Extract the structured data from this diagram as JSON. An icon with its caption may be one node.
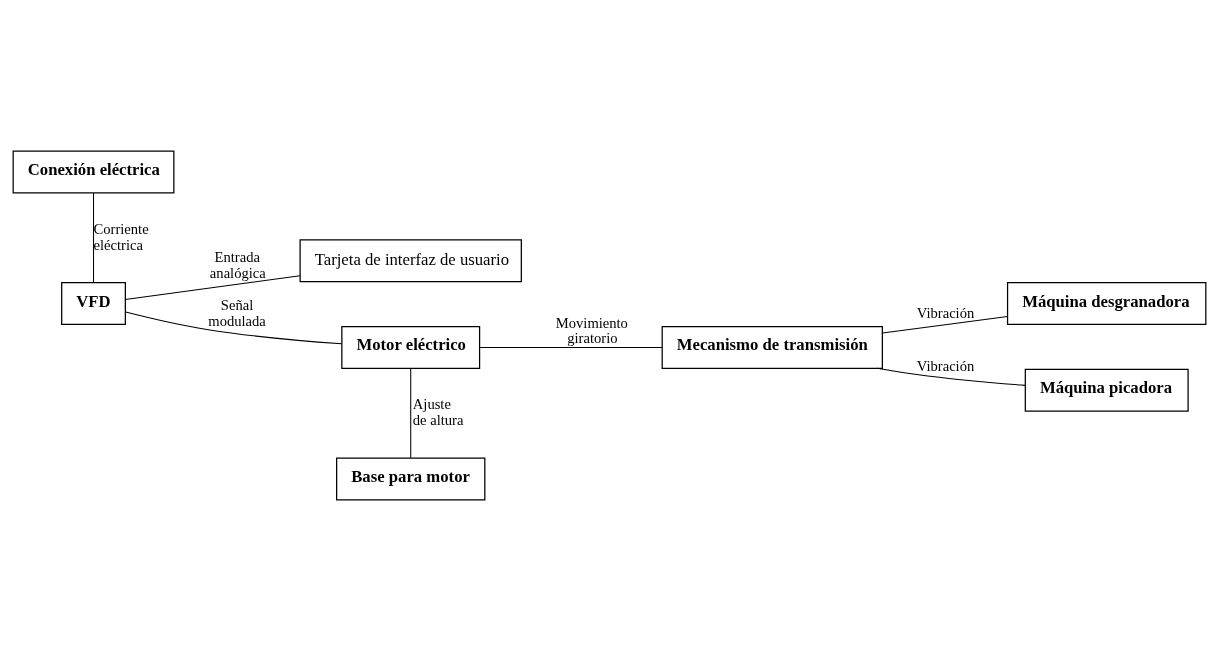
{
  "diagram": {
    "nodes": [
      {
        "text": [
          "Conexión eléctrica"
        ]
      },
      {
        "text": [
          "Tarjeta de interfaz de usuario"
        ]
      },
      {
        "text": [
          "VFD"
        ]
      },
      {
        "text": [
          "Motor eléctrico"
        ]
      },
      {
        "text": [
          "Mecanismo de transmisión"
        ]
      },
      {
        "text": [
          "Máquina desgranadora"
        ]
      },
      {
        "text": [
          "Máquina picadora"
        ]
      },
      {
        "text": [
          "Base para motor"
        ]
      }
    ],
    "edges": [
      {
        "from": 0,
        "to": 2,
        "arrow": "none",
        "label": "Corriente eléctrica"
      },
      {
        "from": 2,
        "to": 1,
        "arrow": "none",
        "label": "Entrada analógica"
      },
      {
        "from": 2,
        "to": 3,
        "arrow": "none",
        "label": "Señal modulada"
      },
      {
        "from": 3,
        "to": 4,
        "arrow": "none",
        "label": "Movimiento giratorio"
      },
      {
        "from": 4,
        "to": 5,
        "arrow": "none",
        "label": "Vibración"
      },
      {
        "from": 4,
        "to": 6,
        "arrow": "none",
        "label": "Vibración"
      },
      {
        "from": 3,
        "to": 7,
        "arrow": "none",
        "label": "Ajuste de altura"
      }
    ]
  }
}
